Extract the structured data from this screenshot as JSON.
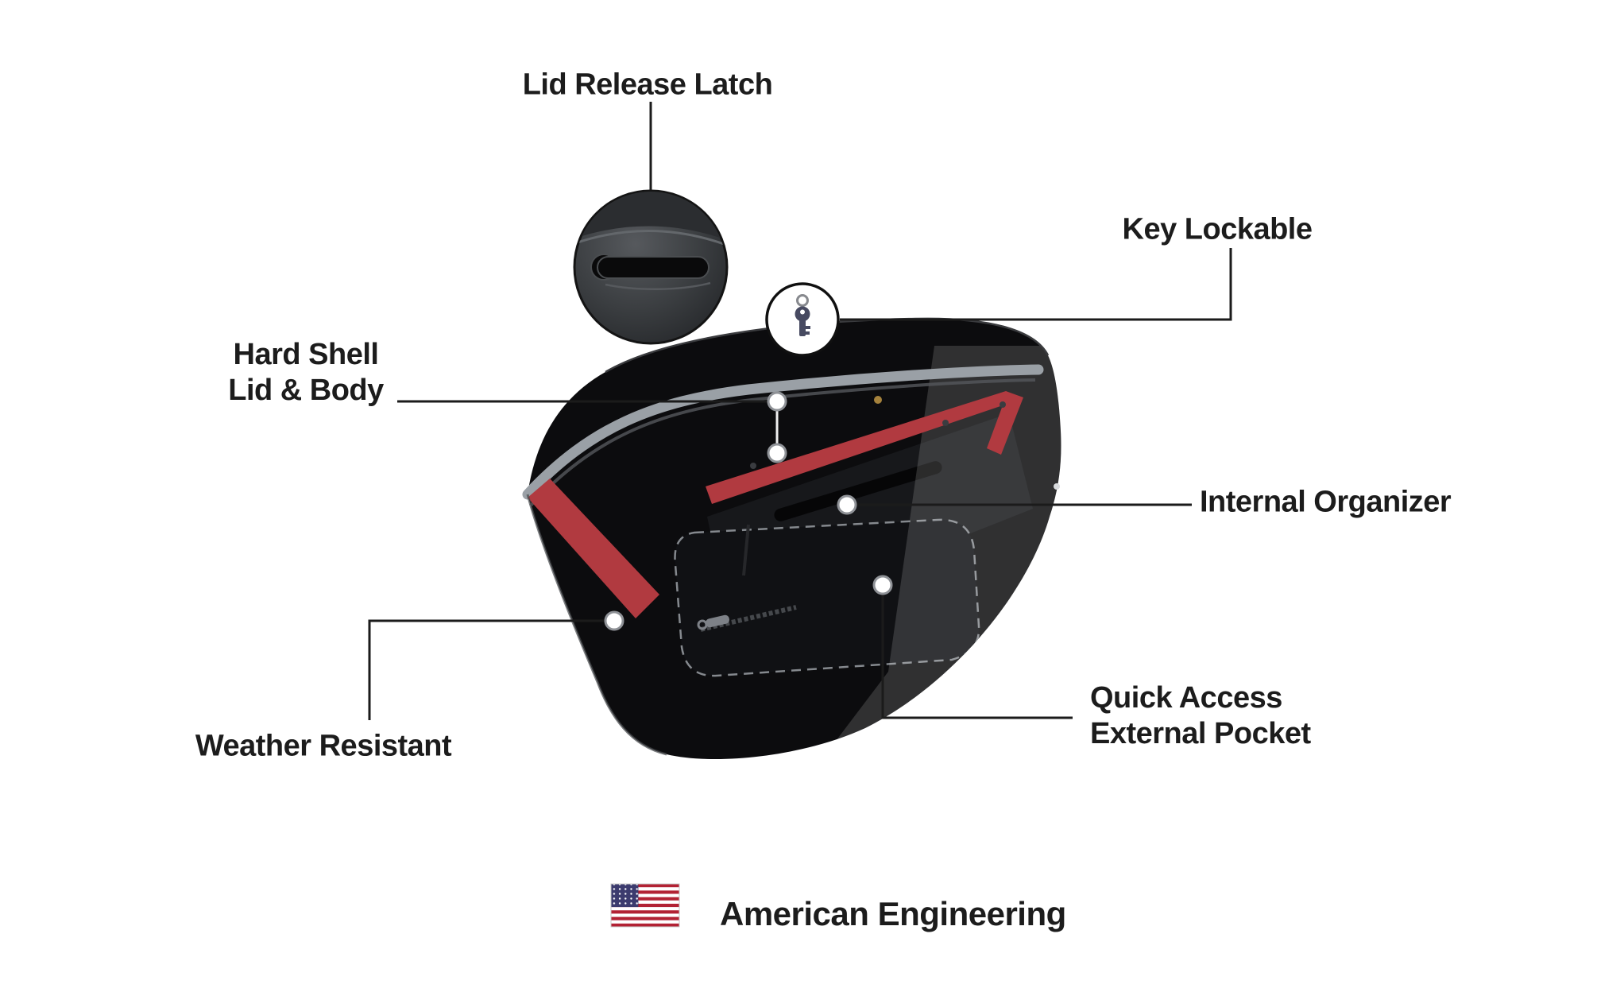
{
  "callouts": [
    {
      "id": "lid-release-latch",
      "lines": [
        "Lid Release Latch"
      ]
    },
    {
      "id": "key-lockable",
      "lines": [
        "Key Lockable"
      ]
    },
    {
      "id": "hard-shell-lid-body",
      "lines": [
        "Hard Shell",
        "Lid & Body"
      ]
    },
    {
      "id": "internal-organizer",
      "lines": [
        "Internal Organizer"
      ]
    },
    {
      "id": "weather-resistant",
      "lines": [
        "Weather Resistant"
      ]
    },
    {
      "id": "quick-access-external-pocket",
      "lines": [
        "Quick Access",
        "External Pocket"
      ]
    }
  ],
  "footer": {
    "label": "American Engineering",
    "flag_icon": "us-flag-icon"
  },
  "colors": {
    "bag_black": "#0C0C0E",
    "accent_red": "#B13A40",
    "trim_gray": "#9AA0A6",
    "line_black": "#1B1B1B",
    "text": "#1C1C1C",
    "flag_red": "#B22234",
    "flag_blue": "#3C3B6E",
    "flag_white": "#FFFFFF"
  }
}
